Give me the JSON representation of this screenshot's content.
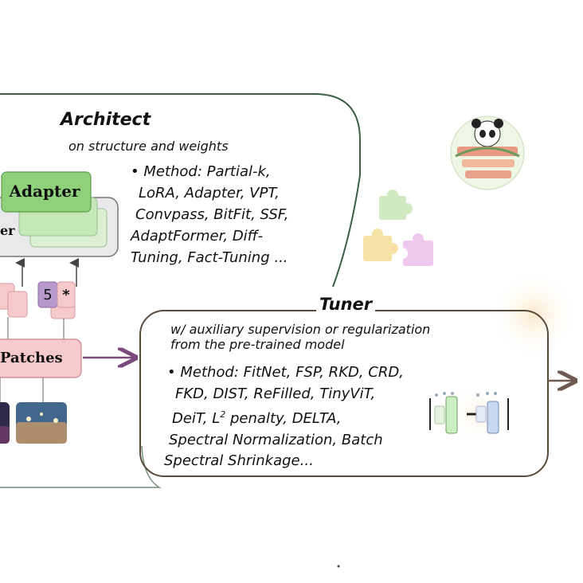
{
  "architect": {
    "title": "Architect",
    "subtitle": "on structure and weights",
    "method_lines": [
      "• Method: Partial-k,",
      "LoRA, Adapter, VPT,",
      "Convpass, BitFit, SSF,",
      "AdaptFormer, Diff-",
      "Tuning, Fact-Tuning ..."
    ],
    "adapter_label": "Adapter",
    "partial_label": "er",
    "patches_label": "Patches",
    "token_number": "5",
    "token_star": "*"
  },
  "tuner": {
    "title": "Tuner",
    "subtitle_lines": [
      "w/ auxiliary supervision or regularization",
      "from the pre-trained model"
    ],
    "method_lines": [
      "• Method: FitNet, FSP, RKD, CRD,",
      "FKD, DIST, ReFilled, TinyViT,",
      "DeiT, L",
      "Spectral Normalization, Batch",
      "Spectral Shrinkage..."
    ],
    "l2_sup": "2",
    "l2_rest": " penalty, DELTA,",
    "minus_sign": "–"
  },
  "colors": {
    "adapter_green": "#8fd17a",
    "panel_border": "#3b5e44",
    "tuner_border": "#5a4a3a",
    "patch_pink": "#f6c9cc",
    "token_purple": "#b79acb",
    "arrow_purple": "#7a4a7e",
    "arrow_brown": "#6e5a4e",
    "puzzle_green": "#cfeac0",
    "puzzle_yellow": "#f7e2a6",
    "puzzle_pink": "#f0c8ef"
  },
  "icons": [
    "puzzle-piece-icon",
    "panda-logo-icon",
    "image-thumbnail-icon",
    "network-columns-icon"
  ]
}
